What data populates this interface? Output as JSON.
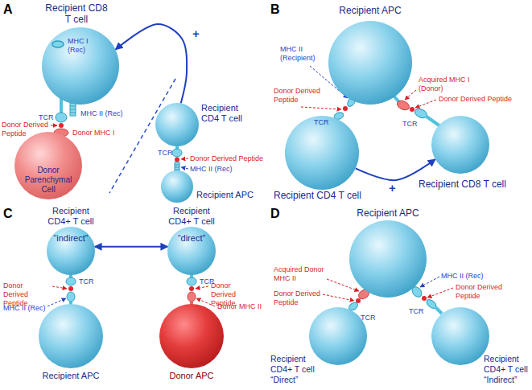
{
  "diagram": {
    "nodes": [
      {
        "text": [
          "Recipient CD8 T cell"
        ]
      },
      {
        "text": [
          "Donor Parenchymal Cell"
        ]
      },
      {
        "text": [
          "Recipient CD4 T cell"
        ]
      },
      {
        "text": [
          "Recipient APC"
        ]
      },
      {
        "text": [
          "Recipient APC"
        ]
      },
      {
        "text": [
          "Recipient CD4 T cell"
        ]
      },
      {
        "text": [
          "Recipient CD8 T cell"
        ]
      },
      {
        "text": [
          "Recipient CD4+ T cell",
          "“indirect”"
        ]
      },
      {
        "text": [
          "Recipient CD4+ T cell",
          "“direct”"
        ]
      },
      {
        "text": [
          "Recipient APC"
        ]
      },
      {
        "text": [
          "Donor APC"
        ]
      },
      {
        "text": [
          "Recipient APC"
        ]
      },
      {
        "text": [
          "Recipient CD4+ T cell",
          "“Direct”"
        ]
      },
      {
        "text": [
          "Recipient CD4+ T cell",
          "“Indirect”"
        ]
      }
    ],
    "edges": [
      {
        "from": 2,
        "to": 0,
        "label": "+",
        "arrow": "to"
      },
      {
        "from": 5,
        "to": 6,
        "label": "+",
        "arrow": "to"
      },
      {
        "from": 7,
        "to": 8,
        "arrow": "both"
      }
    ],
    "labels": [
      "A",
      "B",
      "C",
      "D",
      "MHC I (Rec)",
      "TCR",
      "MHC II (Rec)",
      "Donor Derived Peptide",
      "Donor MHC I",
      "TCR",
      "Donor Derived Peptide",
      "MHC II (Rec)",
      "MHC II (Recipient)",
      "Donor Derived Peptide",
      "Acquired MHC I (Donor)",
      "Donor Derived Peptide",
      "TCR",
      "TCR",
      "TCR",
      "TCR",
      "Donor Derived Peptide",
      "MHC II (Rec)",
      "Donor Derived Peptide",
      "Donor MHC II",
      "MHC II (Rec)",
      "Acquired Donor MHC II",
      "Donor Derived Peptide",
      "Donor Derived Peptide",
      "TCR",
      "TCR"
    ]
  }
}
